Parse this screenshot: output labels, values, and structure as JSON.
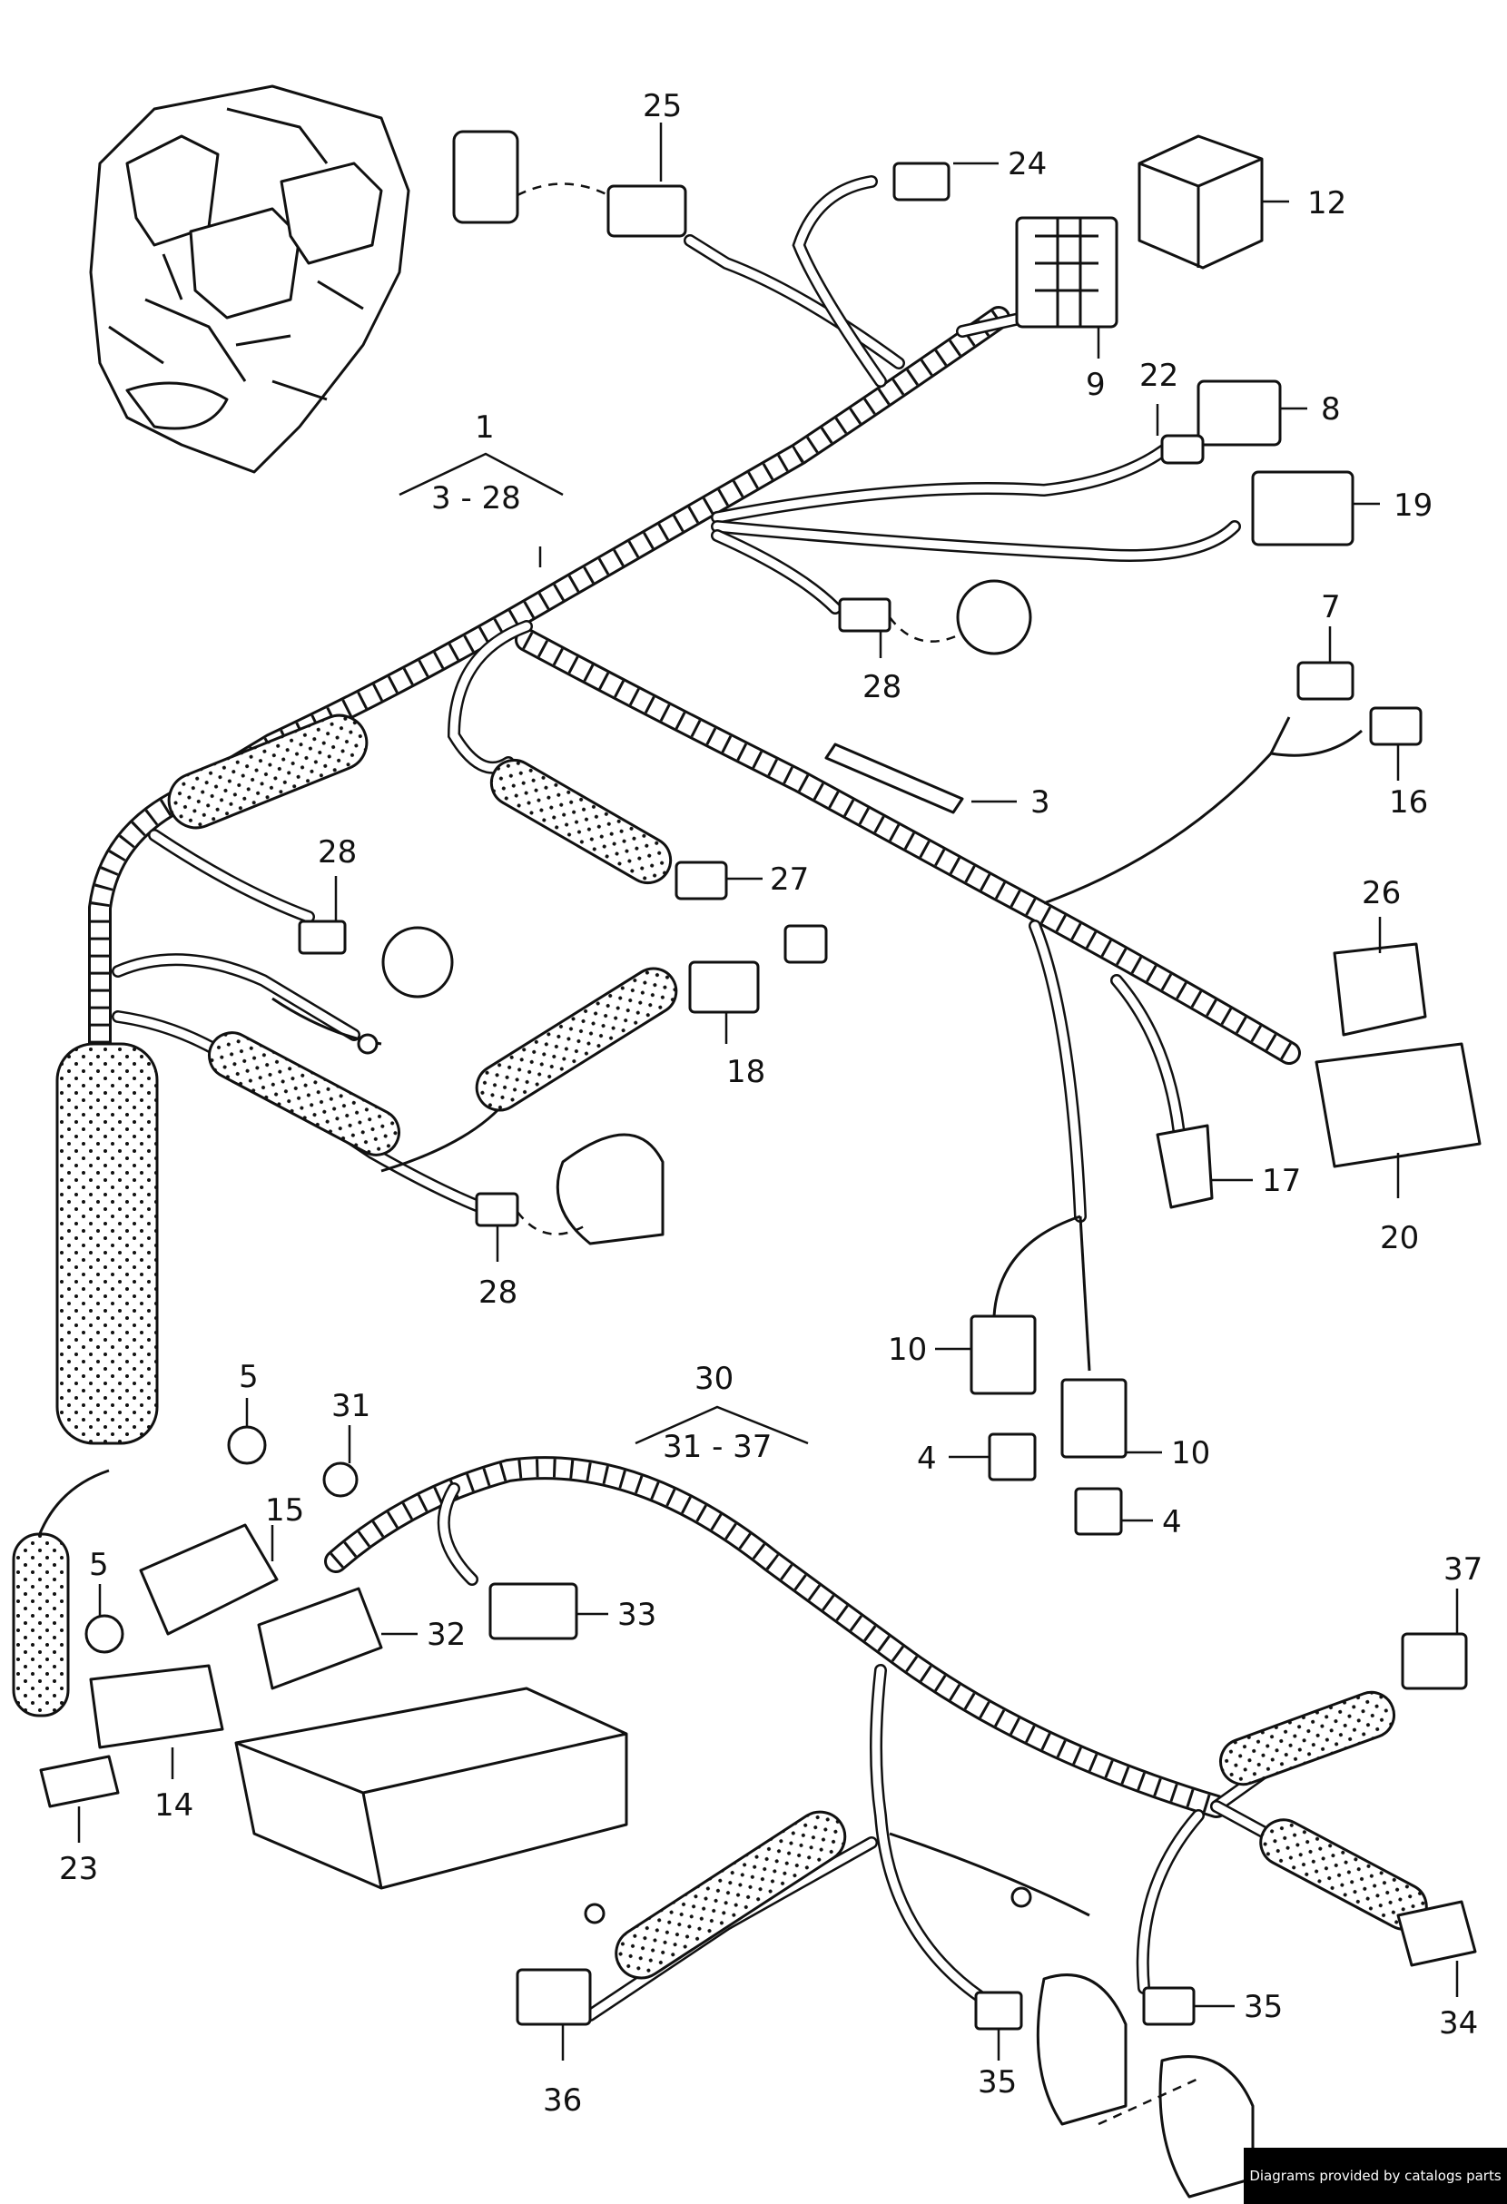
{
  "callouts": {
    "c1": "1",
    "c1_range": "3 - 28",
    "c25": "25",
    "c24": "24",
    "c12": "12",
    "c9": "9",
    "c22": "22",
    "c8": "8",
    "c19": "19",
    "c28a": "28",
    "c7": "7",
    "c16": "16",
    "c3": "3",
    "c26": "26",
    "c27": "27",
    "c28b": "28",
    "c18": "18",
    "c20": "20",
    "c17": "17",
    "c28c": "28",
    "c10a": "10",
    "c10b": "10",
    "c4a": "4",
    "c4b": "4",
    "c5a": "5",
    "c31": "31",
    "c15": "15",
    "c30": "30",
    "c30_range": "31 - 37",
    "c5b": "5",
    "c32": "32",
    "c33": "33",
    "c37": "37",
    "c14": "14",
    "c23": "23",
    "c34": "34",
    "c35a": "35",
    "c35b": "35",
    "c36": "36"
  },
  "credit": "Diagrams provided by catalogs parts"
}
